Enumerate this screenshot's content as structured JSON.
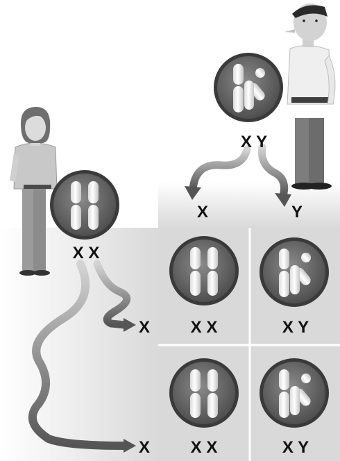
{
  "father": {
    "genotype_label": "X Y",
    "gametes": [
      "X",
      "Y"
    ]
  },
  "mother": {
    "genotype_label": "X X",
    "gametes": [
      "X",
      "X"
    ]
  },
  "punnett": {
    "cells": [
      {
        "row": 0,
        "col": 0,
        "label": "X X",
        "chromosomes": "XX"
      },
      {
        "row": 0,
        "col": 1,
        "label": "X Y",
        "chromosomes": "XY"
      },
      {
        "row": 1,
        "col": 0,
        "label": "X X",
        "chromosomes": "XX"
      },
      {
        "row": 1,
        "col": 1,
        "label": "X Y",
        "chromosomes": "XY"
      }
    ]
  },
  "colors": {
    "grid_fill": "#dcdcdc",
    "grid_line": "#ffffff",
    "disc_outer": "#7a7a7a",
    "disc_inner": "#5a5a5a",
    "chromosome": "#f1f1f1",
    "arrow": "#6e6e6e",
    "text": "#111111"
  }
}
